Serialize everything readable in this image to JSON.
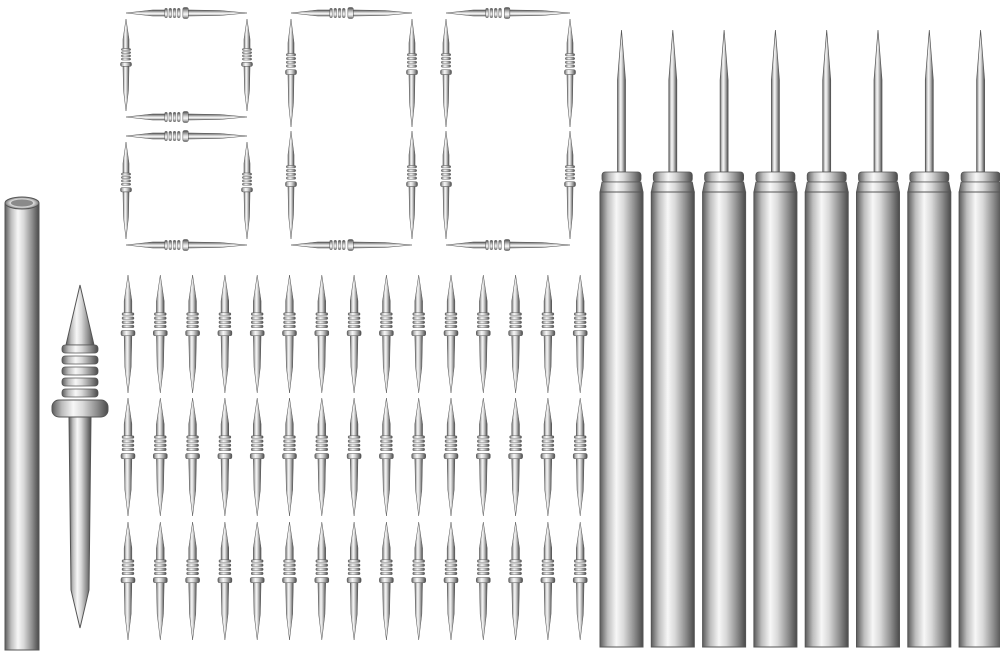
{
  "image": {
    "background": "#ffffff",
    "subject": "product-photo-of-metal-pins"
  },
  "palette": {
    "steel_light": "#f4f4f4",
    "steel_mid": "#c9c9c9",
    "steel_dark": "#6d6d6d",
    "steel_shadow": "#3f3f3f",
    "outline": "#555555"
  },
  "groups": {
    "tube": {
      "count": 1
    },
    "large_pin": {
      "count": 1
    },
    "pin_frames": {
      "count": 4
    },
    "small_pin_grid": {
      "rows": 3,
      "columns": 15
    },
    "long_rods": {
      "count": 8
    }
  }
}
